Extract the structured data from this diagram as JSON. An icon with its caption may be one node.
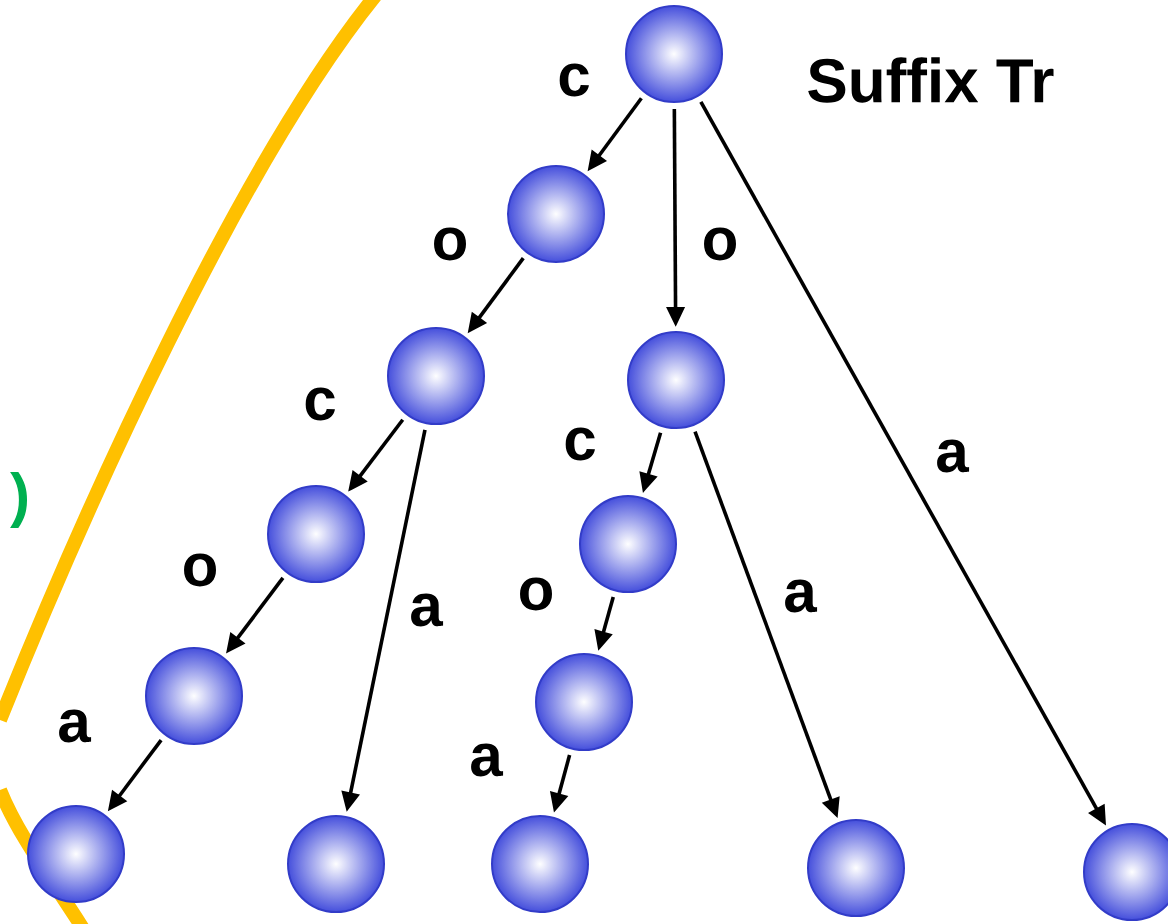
{
  "diagram": {
    "title": "Suffix Tr",
    "nodes": [
      {
        "text": [],
        "shape": "circle"
      },
      {
        "text": [],
        "shape": "circle"
      },
      {
        "text": [],
        "shape": "circle"
      },
      {
        "text": [],
        "shape": "circle"
      },
      {
        "text": [],
        "shape": "circle"
      },
      {
        "text": [],
        "shape": "circle"
      },
      {
        "text": [],
        "shape": "circle"
      },
      {
        "text": [],
        "shape": "circle"
      },
      {
        "text": [],
        "shape": "circle"
      },
      {
        "text": [],
        "shape": "circle"
      },
      {
        "text": [],
        "shape": "circle"
      },
      {
        "text": [],
        "shape": "circle"
      },
      {
        "text": [],
        "shape": "circle"
      }
    ],
    "edges": [
      {
        "from": 0,
        "to": 1,
        "arrow": "to",
        "label": "c"
      },
      {
        "from": 1,
        "to": 3,
        "arrow": "to",
        "label": "o"
      },
      {
        "from": 0,
        "to": 2,
        "arrow": "to",
        "label": "o"
      },
      {
        "from": 3,
        "to": 4,
        "arrow": "to",
        "label": "c"
      },
      {
        "from": 3,
        "to": 9,
        "arrow": "to",
        "label": "a"
      },
      {
        "from": 2,
        "to": 5,
        "arrow": "to",
        "label": "c"
      },
      {
        "from": 2,
        "to": 11,
        "arrow": "to",
        "label": "a"
      },
      {
        "from": 0,
        "to": 12,
        "arrow": "to",
        "label": "a"
      },
      {
        "from": 4,
        "to": 6,
        "arrow": "to",
        "label": "o"
      },
      {
        "from": 6,
        "to": 8,
        "arrow": "to",
        "label": "a"
      },
      {
        "from": 5,
        "to": 7,
        "arrow": "to",
        "label": "o"
      },
      {
        "from": 7,
        "to": 10,
        "arrow": "to",
        "label": "a"
      }
    ],
    "labels": [
      ")"
    ]
  }
}
